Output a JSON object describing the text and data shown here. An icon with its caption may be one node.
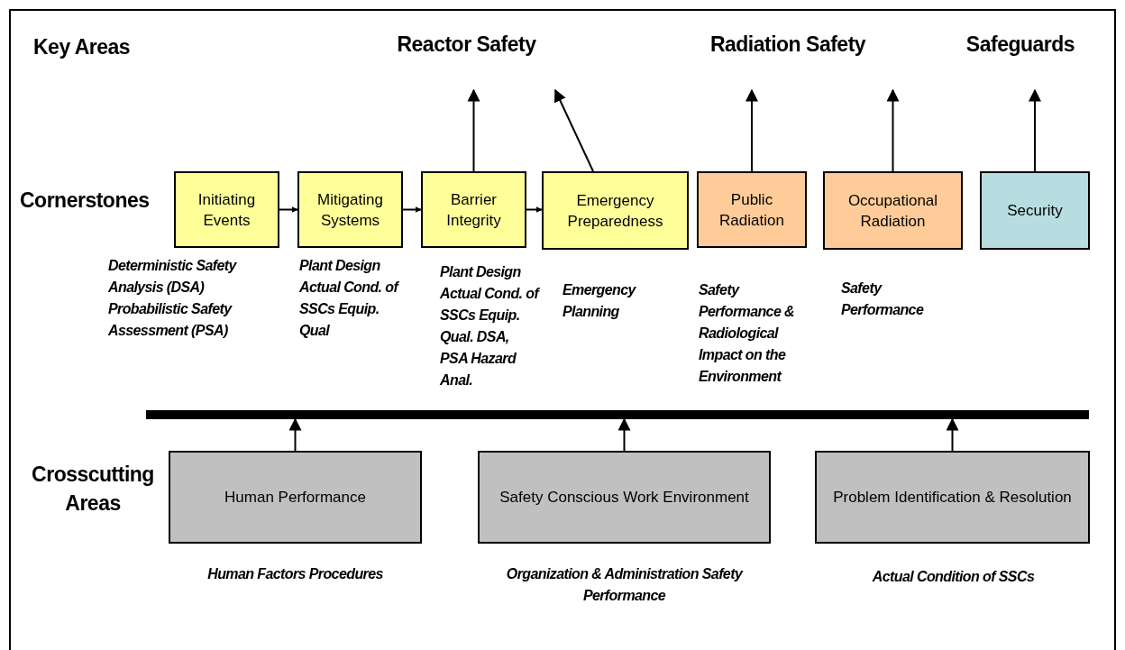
{
  "diagram": {
    "nodes": [
      {
        "text": [
          "Reactor Safety"
        ]
      },
      {
        "text": [
          "Radiation Safety"
        ]
      },
      {
        "text": [
          "Safeguards"
        ]
      },
      {
        "text": [
          "Initiating Events"
        ],
        "beside": [
          "Deterministic Safety Analysis (DSA) Probabilistic Safety Assessment (PSA)"
        ]
      },
      {
        "text": [
          "Mitigating Systems"
        ],
        "beside": [
          "Plant Design Actual Cond. of SSCs Equip. Qual"
        ]
      },
      {
        "text": [
          "Barrier Integrity"
        ],
        "beside": [
          "Plant Design Actual Cond. of SSCs Equip. Qual. DSA, PSA Hazard Anal."
        ]
      },
      {
        "text": [
          "Emergency Preparedness"
        ],
        "beside": [
          "Emergency Planning"
        ]
      },
      {
        "text": [
          "Public Radiation"
        ],
        "beside": [
          "Safety Performance & Radiological Impact on the Environment"
        ]
      },
      {
        "text": [
          "Occupational Radiation"
        ],
        "beside": [
          "Safety Performance"
        ]
      },
      {
        "text": [
          "Security"
        ]
      },
      {
        "text": [],
        "shape": "bar"
      },
      {
        "text": [
          "Human Performance"
        ],
        "beside": [
          "Human Factors Procedures"
        ]
      },
      {
        "text": [
          "Safety Conscious Work Environment"
        ],
        "beside": [
          "Organization & Administration Safety Performance"
        ]
      },
      {
        "text": [
          "Problem Identification & Resolution"
        ],
        "beside": [
          "Actual Condition of SSCs"
        ]
      }
    ],
    "edges": [
      {
        "from": 3,
        "to": 4,
        "arrow": "to"
      },
      {
        "from": 4,
        "to": 5,
        "arrow": "to"
      },
      {
        "from": 5,
        "to": 6,
        "arrow": "to"
      },
      {
        "from": 5,
        "to": 0,
        "arrow": "to"
      },
      {
        "from": 6,
        "to": 0,
        "arrow": "to"
      },
      {
        "from": 7,
        "to": 1,
        "arrow": "to"
      },
      {
        "from": 8,
        "to": 1,
        "arrow": "to"
      },
      {
        "from": 9,
        "to": 2,
        "arrow": "to"
      },
      {
        "from": 11,
        "to": 10,
        "arrow": "to"
      },
      {
        "from": 12,
        "to": 10,
        "arrow": "to"
      },
      {
        "from": 13,
        "to": 10,
        "arrow": "to"
      }
    ],
    "labels": [
      "Key Areas",
      "Cornerstones",
      "Crosscutting Areas"
    ]
  }
}
